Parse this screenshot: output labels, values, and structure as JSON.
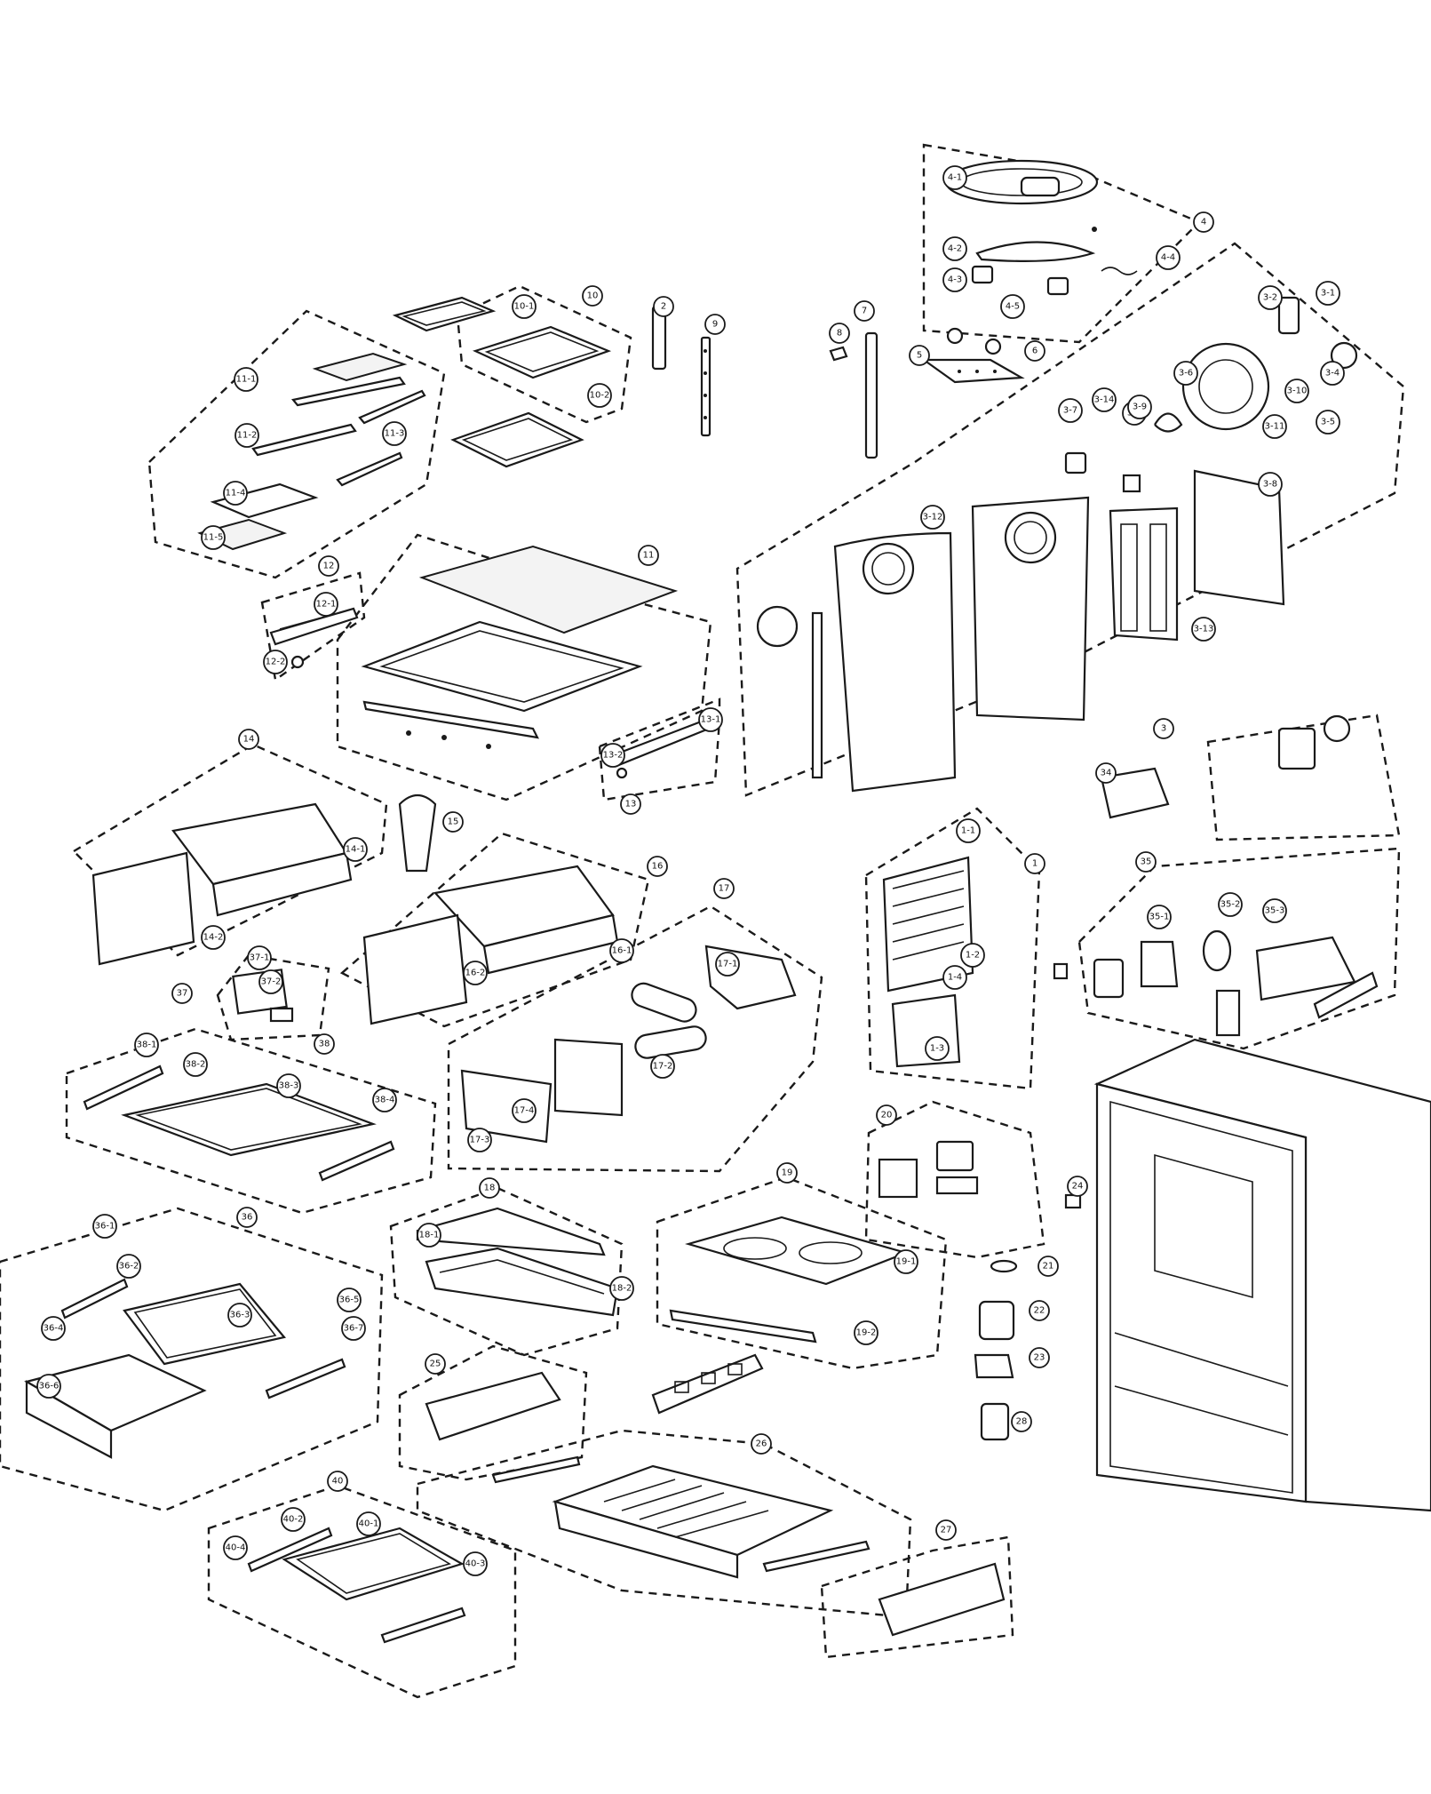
{
  "callouts": {
    "g4": "4",
    "p4_1": "4-1",
    "p4_2": "4-2",
    "p4_3": "4-3",
    "p4_4": "4-4",
    "p4_5": "4-5",
    "g3": "3",
    "p3_1": "3-1",
    "p3_2": "3-2",
    "p3_3": "3-3",
    "p3_4": "3-4",
    "p3_5": "3-5",
    "p3_6": "3-6",
    "p3_7": "3-7",
    "p3_8": "3-8",
    "p3_9": "3-9",
    "p3_10": "3-10",
    "p3_11": "3-11",
    "p3_12": "3-12",
    "p3_13": "3-13",
    "p3_14": "3-14",
    "g7": "7",
    "g8": "8",
    "g5": "5",
    "g6": "6",
    "g9": "9",
    "g2": "2",
    "g10": "10",
    "p10_1": "10-1",
    "p10_2": "10-2",
    "g11": "11",
    "p11_1": "11-1",
    "p11_2": "11-2",
    "p11_3": "11-3",
    "p11_4": "11-4",
    "p11_5": "11-5",
    "g12": "12",
    "p12_1": "12-1",
    "p12_2": "12-2",
    "g13": "13",
    "p13_1": "13-1",
    "p13_2": "13-2",
    "g14": "14",
    "p14_1": "14-1",
    "p14_2": "14-2",
    "g15": "15",
    "g16": "16",
    "p16_1": "16-1",
    "p16_2": "16-2",
    "g17": "17",
    "p17_1": "17-1",
    "p17_2": "17-2",
    "p17_3": "17-3",
    "p17_4": "17-4",
    "g18": "18",
    "p18_1": "18-1",
    "p18_2": "18-2",
    "g19": "19",
    "p19_1": "19-1",
    "p19_2": "19-2",
    "g20": "20",
    "g21": "21",
    "g22": "22",
    "g23": "23",
    "g24": "24",
    "g25": "25",
    "g26": "26",
    "g27": "27",
    "g28": "28",
    "g1": "1",
    "p1_1": "1-1",
    "p1_2": "1-2",
    "p1_3": "1-3",
    "p1_4": "1-4",
    "g34": "34",
    "g35": "35",
    "p35_1": "35-1",
    "p35_2": "35-2",
    "p35_3": "35-3",
    "g36": "36",
    "p36_1": "36-1",
    "p36_2": "36-2",
    "p36_3": "36-3",
    "p36_4": "36-4",
    "p36_5": "36-5",
    "p36_6": "36-6",
    "p36_7": "36-7",
    "g37": "37",
    "p37_1": "37-1",
    "p37_2": "37-2",
    "g38": "38",
    "p38_1": "38-1",
    "p38_2": "38-2",
    "p38_3": "38-3",
    "p38_4": "38-4",
    "g40": "40",
    "p40_1": "40-1",
    "p40_2": "40-2",
    "p40_3": "40-3",
    "p40_4": "40-4"
  }
}
